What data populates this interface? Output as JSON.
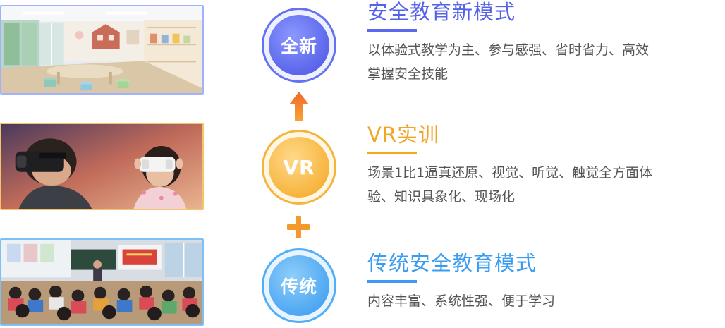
{
  "stages": {
    "new": {
      "circle_label": "全新",
      "title": "安全教育新模式",
      "desc_line1": "以体验式教学为主、参与感强、省时省力、高效",
      "desc_line2": "掌握安全技能",
      "accent": "#5b69ee"
    },
    "vr": {
      "circle_label": "VR",
      "title": "VR实训",
      "desc_line1": "场景1比1逼真还原、视觉、听觉、触觉全方面体",
      "desc_line2": "验、知识具象化、现场化",
      "accent": "#f5a623"
    },
    "traditional": {
      "circle_label": "传统",
      "title": "传统安全教育模式",
      "desc_line1": "内容丰富、系统性强、便于学习",
      "accent": "#3a9cf0"
    }
  },
  "connectors": {
    "arrow": "up-arrow-icon",
    "plus": "plus-icon"
  }
}
